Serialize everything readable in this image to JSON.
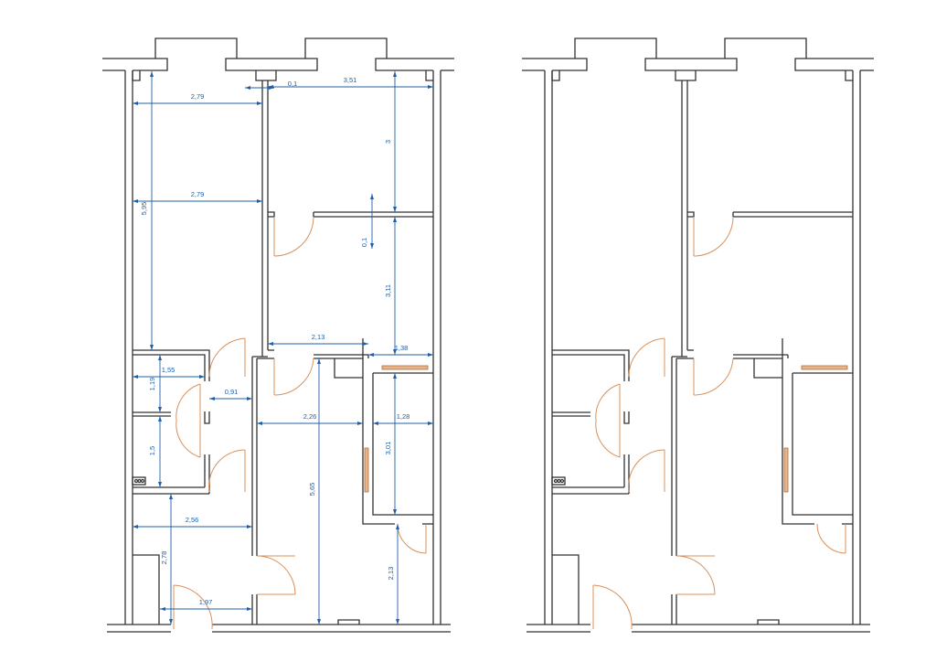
{
  "colors": {
    "wall": "#333333",
    "door": "#d9905a",
    "dimension": "#1f5fa8"
  },
  "dimensions": [
    {
      "id": "d1",
      "label": "0,1"
    },
    {
      "id": "d2",
      "label": "3,51"
    },
    {
      "id": "d3",
      "label": "2,79"
    },
    {
      "id": "d4",
      "label": "2,79"
    },
    {
      "id": "d5",
      "label": "5,95"
    },
    {
      "id": "d6",
      "label": "3"
    },
    {
      "id": "d7",
      "label": "0,1"
    },
    {
      "id": "d8",
      "label": "3,11"
    },
    {
      "id": "d9",
      "label": "2,13"
    },
    {
      "id": "d10",
      "label": "1,38"
    },
    {
      "id": "d11",
      "label": "1,55"
    },
    {
      "id": "d12",
      "label": "1,19"
    },
    {
      "id": "d13",
      "label": "0,91"
    },
    {
      "id": "d14",
      "label": "2,26"
    },
    {
      "id": "d15",
      "label": "1,28"
    },
    {
      "id": "d16",
      "label": "3,01"
    },
    {
      "id": "d17",
      "label": "1,5"
    },
    {
      "id": "d18",
      "label": "5,65"
    },
    {
      "id": "d19",
      "label": "2,56"
    },
    {
      "id": "d20",
      "label": "2,78"
    },
    {
      "id": "d21",
      "label": "2,13"
    },
    {
      "id": "d22",
      "label": "1,97"
    }
  ]
}
